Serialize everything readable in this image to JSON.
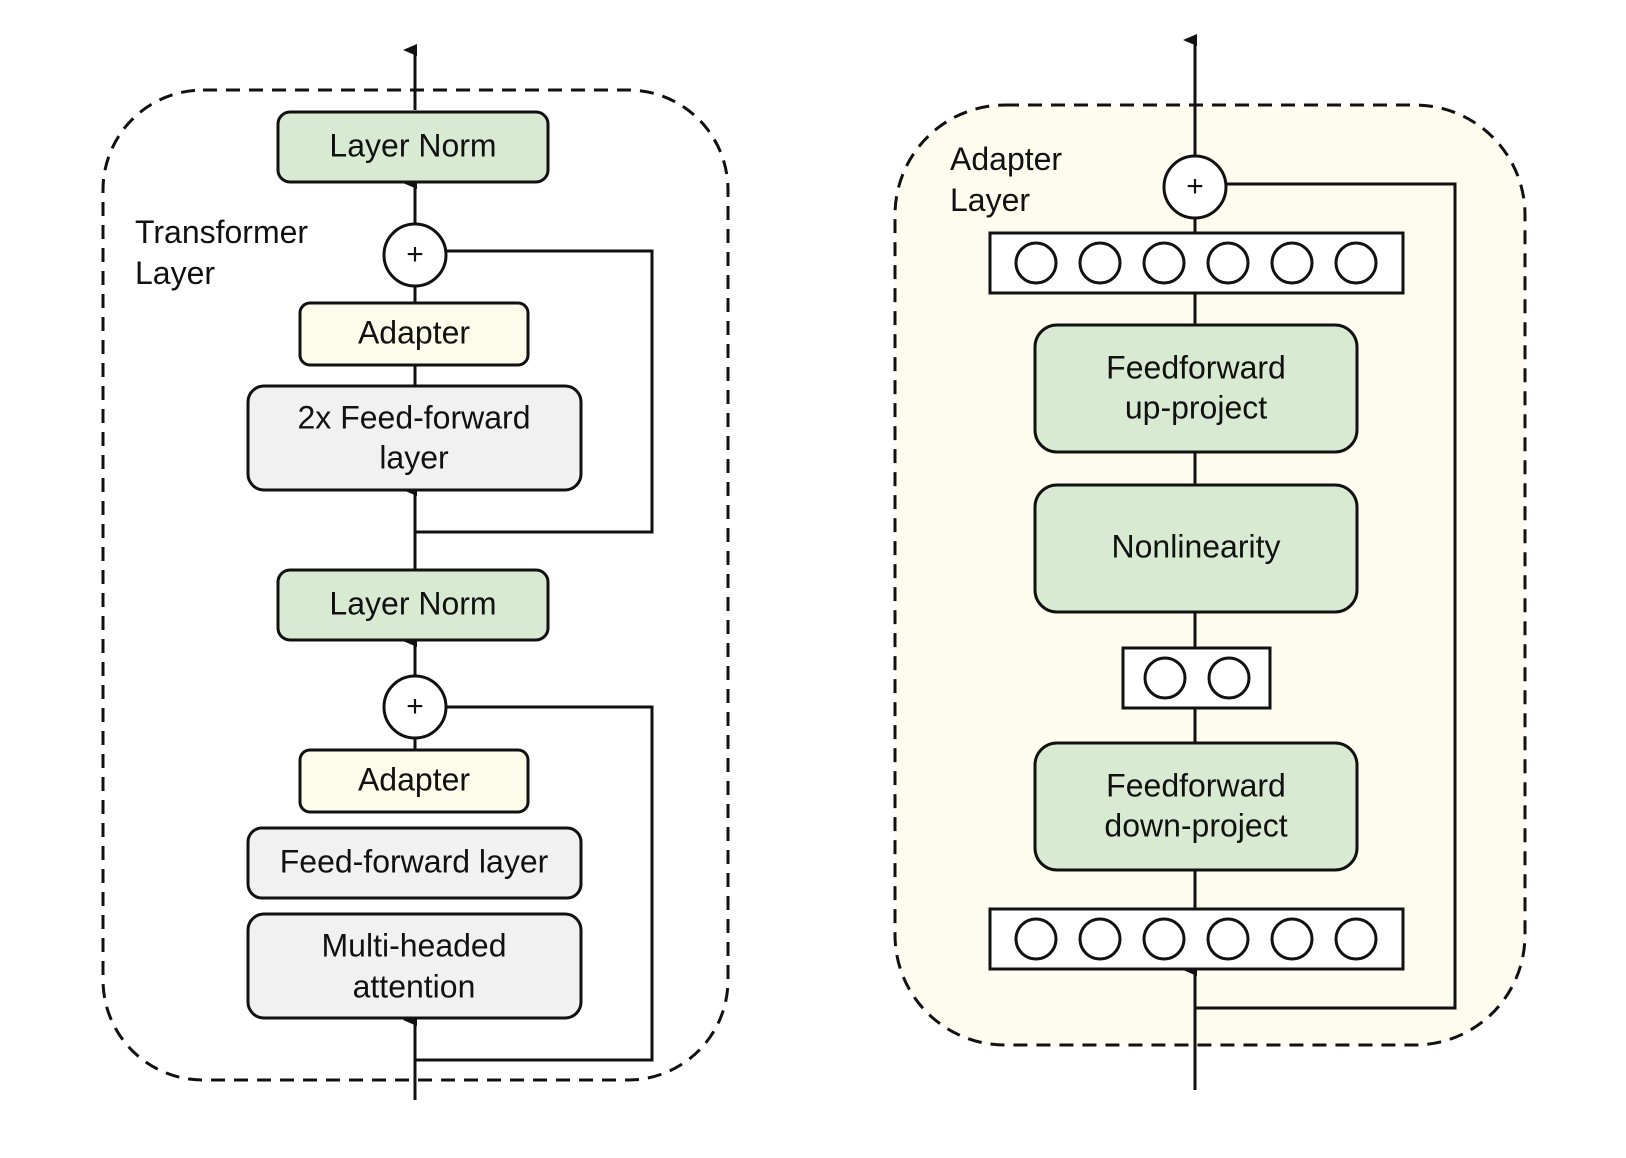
{
  "colors": {
    "norm_fill": "#d9ead3",
    "adapter_fill": "#fdfbea",
    "ff_fill": "#f1f1f1",
    "panel_fill": "#fdfcee",
    "stroke": "#111111"
  },
  "transformer": {
    "title_line1": "Transformer",
    "title_line2": "Layer",
    "layer_norm_top": "Layer Norm",
    "adapter_top": "Adapter",
    "ff2x_line1": "2x Feed-forward",
    "ff2x_line2": "layer",
    "layer_norm_bottom": "Layer Norm",
    "adapter_bottom": "Adapter",
    "ff_layer": "Feed-forward layer",
    "mha_line1": "Multi-headed",
    "mha_line2": "attention",
    "plus_symbol": "+"
  },
  "adapter_layer": {
    "title_line1": "Adapter",
    "title_line2": "Layer",
    "up_line1": "Feedforward",
    "up_line2": "up-project",
    "nonlinearity": "Nonlinearity",
    "down_line1": "Feedforward",
    "down_line2": "down-project",
    "plus_symbol": "+",
    "wide_units": 6,
    "narrow_units": 2
  }
}
